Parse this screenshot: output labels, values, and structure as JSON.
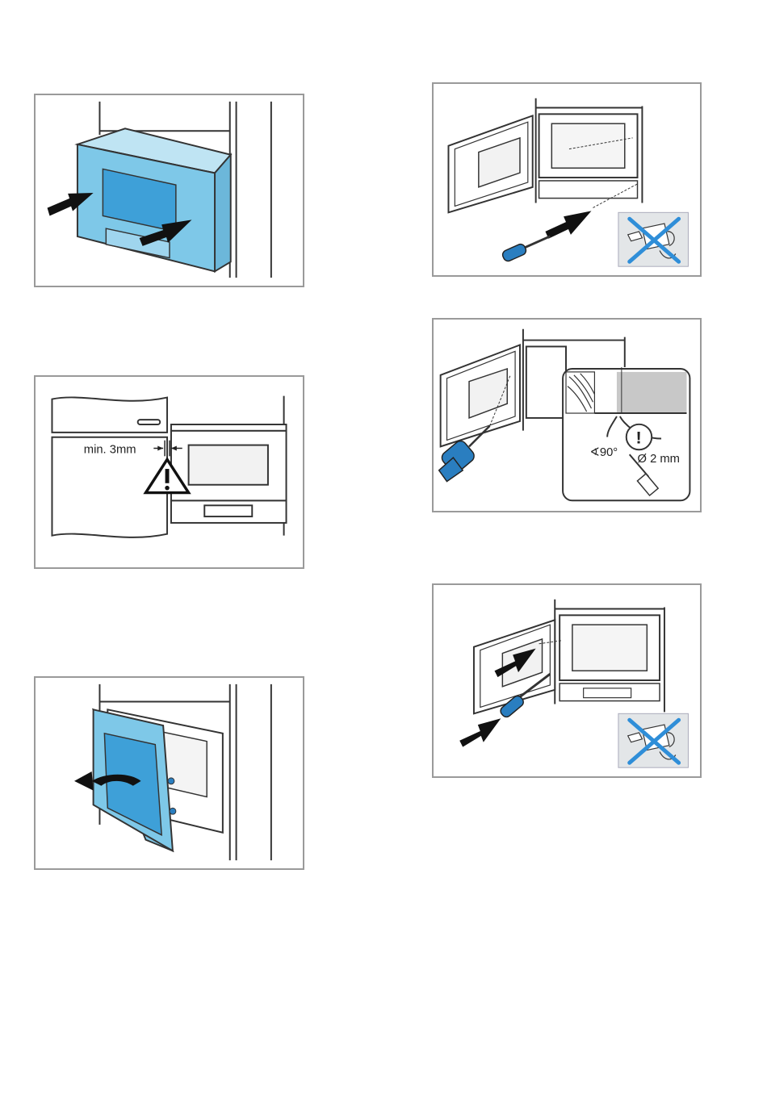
{
  "panels": {
    "p2": {
      "gap_label": "min. 3mm"
    },
    "p5": {
      "angle_label": "∢90°",
      "diameter_label": "Ø 2 mm",
      "notice_symbol": "!"
    }
  },
  "icons": {
    "arrow": "black-arrow-icon",
    "screwdriver": "screwdriver-icon",
    "no_drill": "no-drill-icon",
    "drill": "drill-icon",
    "warning": "warning-triangle-icon"
  },
  "colors": {
    "appliance_blue": "#7ec8e8",
    "screen_blue": "#3ea0d8",
    "tool_blue": "#2a7ec0",
    "cross_blue": "#2f8ed8",
    "frame_gray": "#9a9a9a",
    "badge_gray": "#e3e6e8"
  }
}
